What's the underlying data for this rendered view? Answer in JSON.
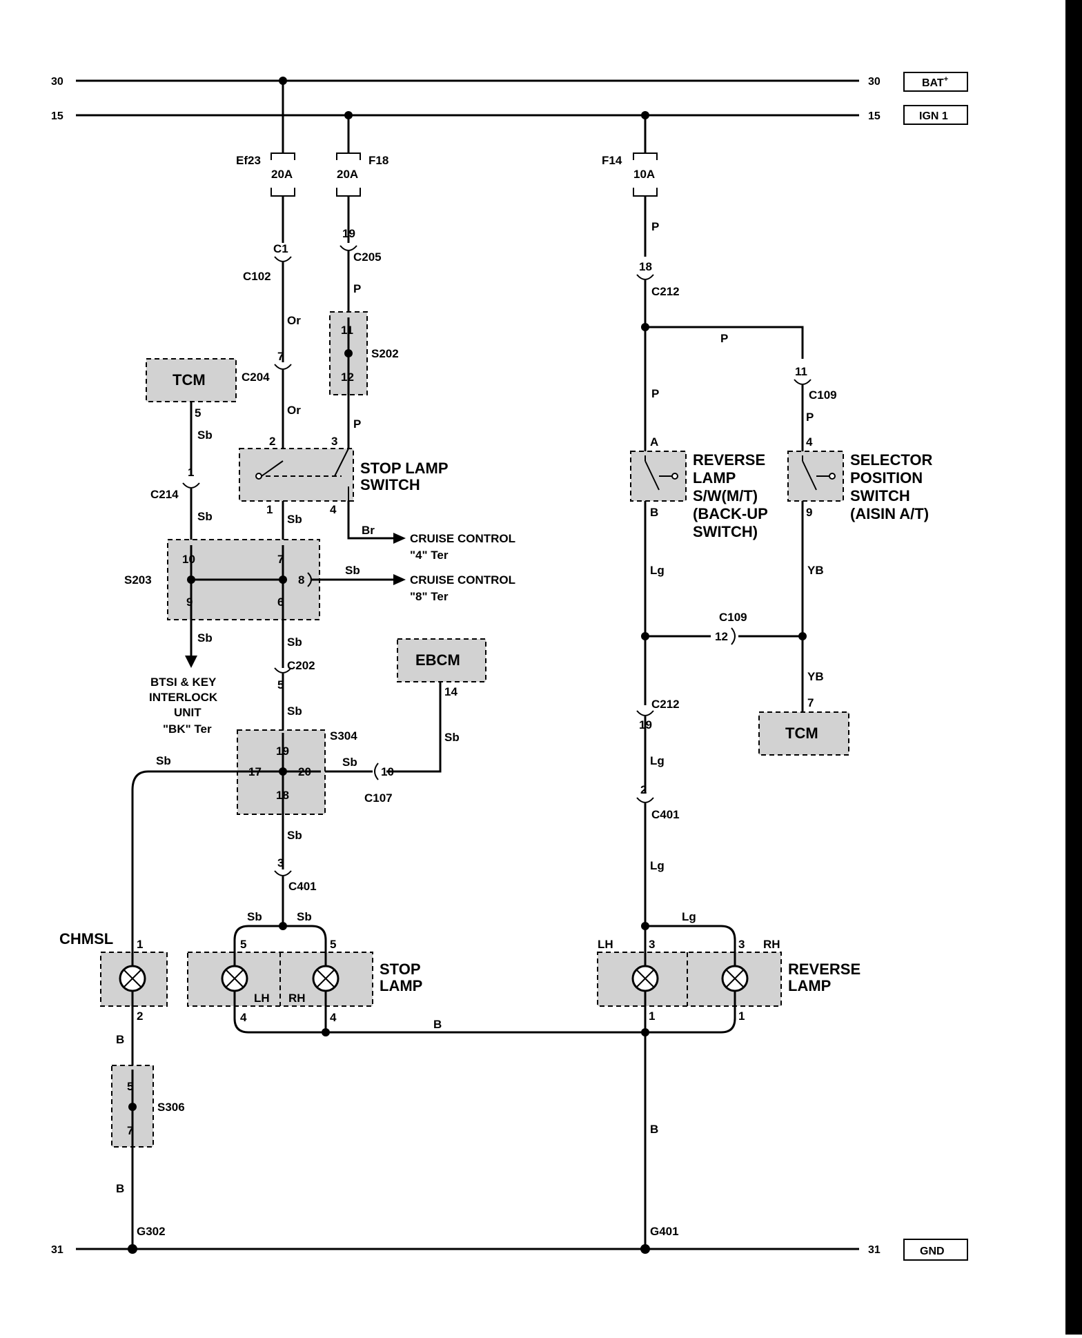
{
  "buses": {
    "b30": {
      "left": "30",
      "right": "30",
      "tag": "BAT",
      "tag_sup": "+"
    },
    "b15": {
      "left": "15",
      "right": "15",
      "tag": "IGN 1"
    },
    "b31": {
      "left": "31",
      "right": "31",
      "tag": "GND"
    }
  },
  "fuses": {
    "ef23": {
      "name": "Ef23",
      "rating": "20A"
    },
    "f18": {
      "name": "F18",
      "rating": "20A"
    },
    "f14": {
      "name": "F14",
      "rating": "10A"
    }
  },
  "modules": {
    "tcm_left": "TCM",
    "tcm_right": "TCM",
    "ebcm": "EBCM"
  },
  "components": {
    "stop_switch": [
      "STOP LAMP",
      "SWITCH"
    ],
    "reverse_switch": [
      "REVERSE",
      "LAMP",
      "S/W(M/T)",
      "(BACK-UP",
      "SWITCH)"
    ],
    "selector_switch": [
      "SELECTOR",
      "POSITION",
      "SWITCH",
      "(AISIN A/T)"
    ],
    "chmsl": "CHMSL",
    "stop_lamp": [
      "STOP",
      "LAMP"
    ],
    "reverse_lamp": [
      "REVERSE",
      "LAMP"
    ],
    "lh": "LH",
    "rh": "RH"
  },
  "connectors": {
    "c1": "C1",
    "c102": "C102",
    "c205": "C205",
    "c204": "C204",
    "c214": "C214",
    "c202": "C202",
    "c107": "C107",
    "c401a": "C401",
    "c401b": "C401",
    "c212a": "C212",
    "c212b": "C212",
    "c109a": "C109",
    "c109b": "C109"
  },
  "splices": {
    "s202": "S202",
    "s203": "S203",
    "s304": "S304",
    "s306": "S306"
  },
  "grounds": {
    "g302": "G302",
    "g401": "G401"
  },
  "wires": {
    "or": "Or",
    "p": "P",
    "sb": "Sb",
    "br": "Br",
    "b": "B",
    "lg": "Lg",
    "yb": "YB"
  },
  "pins": {
    "p1": "1",
    "p2": "2",
    "p3": "3",
    "p4": "4",
    "p5": "5",
    "p6": "6",
    "p7": "7",
    "p8": "8",
    "p9": "9",
    "p10": "10",
    "p11": "11",
    "p12": "12",
    "p14": "14",
    "p17": "17",
    "p18": "18",
    "p19": "19",
    "p20": "20",
    "pA": "A",
    "pB": "B"
  },
  "outputs": {
    "cruise4": [
      "CRUISE CONTROL",
      "\"4\" Ter"
    ],
    "cruise8": [
      "CRUISE CONTROL",
      "\"8\" Ter"
    ],
    "btsi": [
      "BTSI & KEY",
      "INTERLOCK",
      "UNIT",
      "\"BK\" Ter"
    ]
  }
}
